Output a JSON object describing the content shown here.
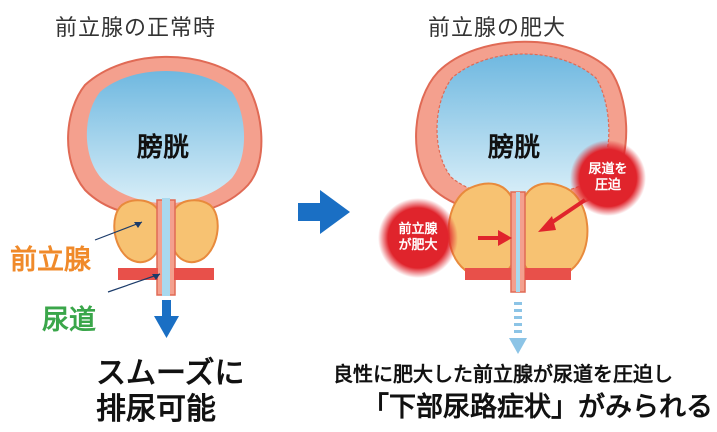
{
  "left": {
    "title": "前立腺の正常時",
    "bladder_label": "膀胱",
    "prostate_label": "前立腺",
    "urethra_label": "尿道",
    "caption_line1": "スムーズに",
    "caption_line2": "排尿可能"
  },
  "right": {
    "title": "前立腺の肥大",
    "bladder_label": "膀胱",
    "badge_enlarged_line1": "前立腺",
    "badge_enlarged_line2": "が肥大",
    "badge_compress_line1": "尿道を",
    "badge_compress_line2": "圧迫",
    "caption_line1": "良性に肥大した前立腺が尿道を圧迫し",
    "caption_line2": "「下部尿路症状」がみられる"
  },
  "colors": {
    "bladder_fill": "#8ccbe8",
    "bladder_wall": "#f4a08e",
    "wall_outline": "#e06a55",
    "prostate_fill": "#f7c272",
    "prostate_outline": "#e88a3c",
    "prostate_label": "#f08a2a",
    "urethra_label": "#3aa64a",
    "arrow_blue": "#1a6fc4",
    "badge_red": "#e0242c"
  }
}
